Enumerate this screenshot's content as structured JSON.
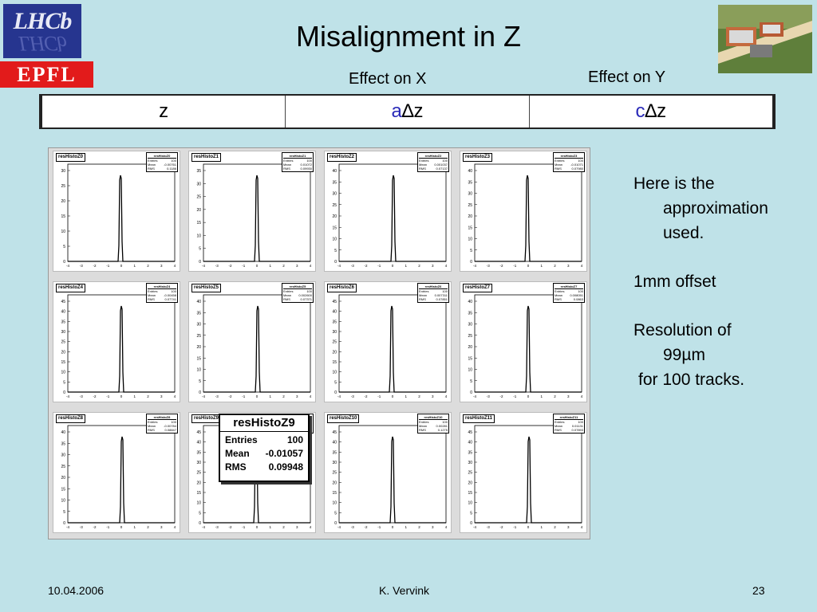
{
  "logos": {
    "lhcb": "LHCb",
    "epfl": "EPFL"
  },
  "title": "Misalignment in Z",
  "effects": {
    "x": "Effect on X",
    "y": "Effect on Y"
  },
  "table": {
    "col1": "z",
    "col2_coef": "a",
    "col2_rest": " ∆z",
    "col3_coef": "c",
    "col3_rest": "∆z"
  },
  "histograms": [
    {
      "name": "resHistoZ0",
      "entries": "100",
      "mean": "-0.00761",
      "rms": "0.1186"
    },
    {
      "name": "resHistoZ1",
      "entries": "100",
      "mean": "0.01072",
      "rms": "0.09930"
    },
    {
      "name": "resHistoZ2",
      "entries": "100",
      "mean": "0.001037",
      "rms": "0.07137"
    },
    {
      "name": "resHistoZ3",
      "entries": "100",
      "mean": "-0.01071",
      "rms": "0.07980"
    },
    {
      "name": "resHistoZ4",
      "entries": "100",
      "mean": "-0.00458",
      "rms": "0.07741"
    },
    {
      "name": "resHistoZ5",
      "entries": "100",
      "mean": "0.002600",
      "rms": "0.07371"
    },
    {
      "name": "resHistoZ6",
      "entries": "100",
      "mean": "0.007311",
      "rms": "0.07851"
    },
    {
      "name": "resHistoZ7",
      "entries": "100",
      "mean": "0.008051",
      "rms": "0.0863"
    },
    {
      "name": "resHistoZ8",
      "entries": "100",
      "mean": "-0.00784",
      "rms": "0.08847"
    },
    {
      "name": "resHistoZ9",
      "entries": "100",
      "mean": "-0.01057",
      "rms": "0.09948"
    },
    {
      "name": "resHistoZ10",
      "entries": "100",
      "mean": "0.00281",
      "rms": "0.1275"
    },
    {
      "name": "resHistoZ11",
      "entries": "100",
      "mean": "0.01131",
      "rms": "0.07893"
    }
  ],
  "stats_labels": {
    "entries": "Entries",
    "mean": "Mean",
    "rms": "RMS"
  },
  "popup": {
    "name": "resHistoZ9",
    "entries": "100",
    "mean": "-0.01057",
    "rms": "0.09948"
  },
  "notes": {
    "line1a": "Here is the",
    "line1b": "approximation",
    "line1c": "used.",
    "line2": "1mm offset",
    "line3a": "Resolution of",
    "line3b_pre": "99",
    "line3b_mu": "µ",
    "line3b_post": "m",
    "line3c": "for 100 tracks."
  },
  "footer": {
    "date": "10.04.2006",
    "author": "K. Vervink",
    "page": "23"
  }
}
